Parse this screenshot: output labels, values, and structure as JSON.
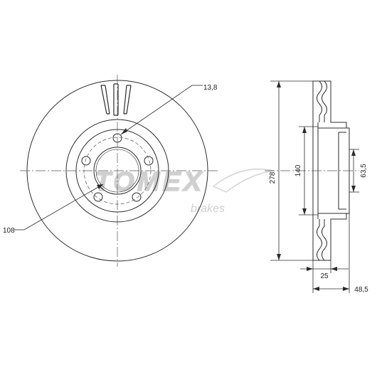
{
  "colors": {
    "line": "#2b2b2b",
    "centerline": "#555555",
    "watermark": "#d2d2d2"
  },
  "watermark": {
    "brand": "TOMEX",
    "sub": "brakes"
  },
  "front_view": {
    "hole_diameter_label": "13,8",
    "pcd_label": "108"
  },
  "side_view": {
    "outer_diameter_label": "278",
    "hat_diameter_label": "140",
    "center_bore_label": "63,5",
    "thickness_label": "25",
    "total_height_label": "48,5"
  },
  "icons": {
    "hole": "bolt-hole-icon",
    "vent": "vent-slot-icon"
  }
}
